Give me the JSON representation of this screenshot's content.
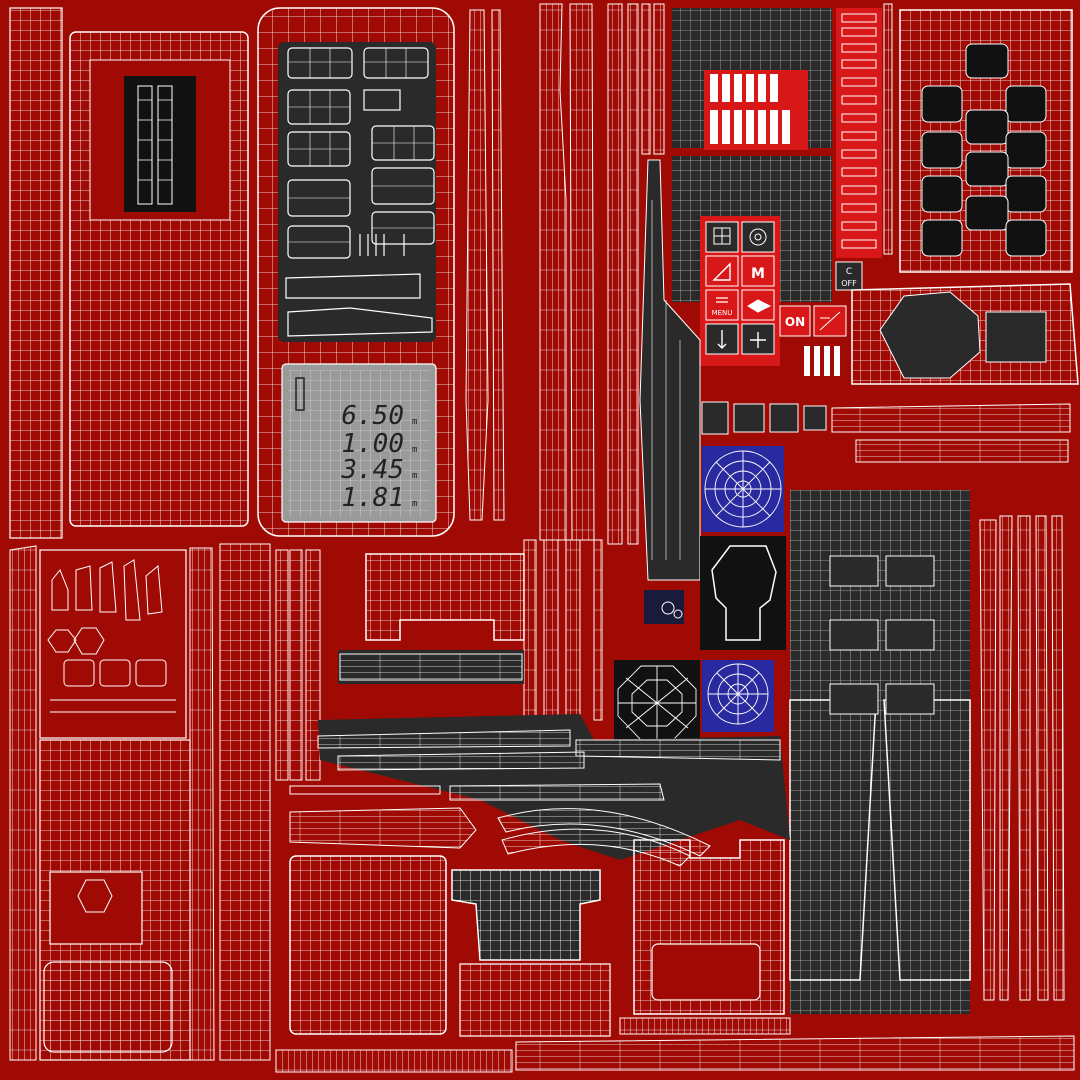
{
  "colors": {
    "background": "#a00a05",
    "wire": "#ffffff",
    "panel": "#2a2a2a",
    "lcd": "#9a9a9a",
    "blue": "#2a2aa0",
    "red_button": "#d81818"
  },
  "lcd": {
    "readouts": [
      "6.50",
      "1.00",
      "3.45",
      "1.81"
    ],
    "units": [
      "m",
      "m",
      "m",
      "m"
    ]
  },
  "keypad": {
    "keys": [
      {
        "icon": "grid-icon",
        "label": ""
      },
      {
        "icon": "target-icon",
        "label": ""
      },
      {
        "icon": "triangle-icon",
        "label": ""
      },
      {
        "icon": "m-key-icon",
        "label": "M"
      },
      {
        "icon": "equals-icon",
        "label": "MENU"
      },
      {
        "icon": "layers-icon",
        "label": ""
      },
      {
        "icon": "arrow-icon",
        "label": ""
      },
      {
        "icon": "plus-icon",
        "label": ""
      }
    ],
    "on_label": "ON",
    "off_label": "OFF",
    "c_label": "C"
  },
  "icons": {
    "spiderweb": "spiderweb-icon",
    "octagon": "octagon-web-icon"
  }
}
